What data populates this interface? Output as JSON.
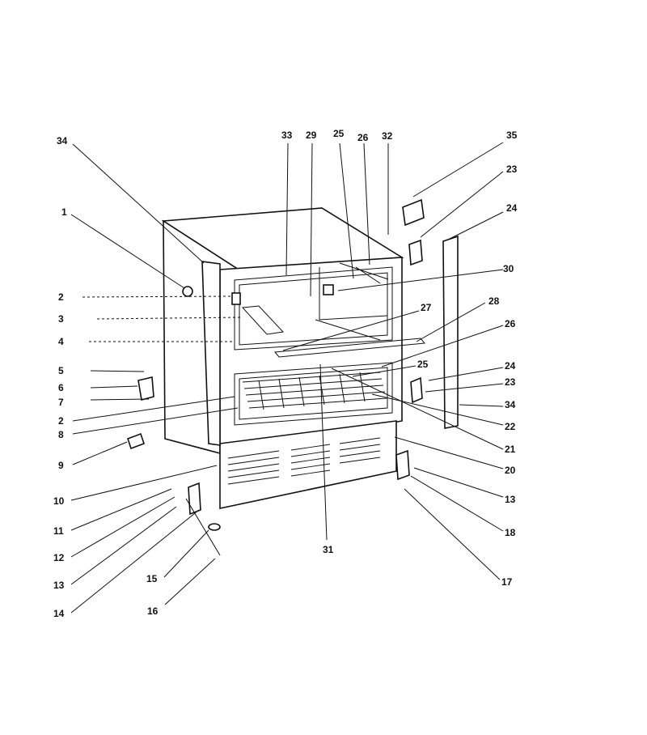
{
  "callouts": [
    {
      "id": "c34a",
      "label": "34"
    },
    {
      "id": "c1",
      "label": "1"
    },
    {
      "id": "c2a",
      "label": "2"
    },
    {
      "id": "c3",
      "label": "3"
    },
    {
      "id": "c4",
      "label": "4"
    },
    {
      "id": "c5",
      "label": "5"
    },
    {
      "id": "c6",
      "label": "6"
    },
    {
      "id": "c7",
      "label": "7"
    },
    {
      "id": "c2b",
      "label": "2"
    },
    {
      "id": "c8",
      "label": "8"
    },
    {
      "id": "c9",
      "label": "9"
    },
    {
      "id": "c10",
      "label": "10"
    },
    {
      "id": "c11",
      "label": "11"
    },
    {
      "id": "c12",
      "label": "12"
    },
    {
      "id": "c13a",
      "label": "13"
    },
    {
      "id": "c14",
      "label": "14"
    },
    {
      "id": "c15",
      "label": "15"
    },
    {
      "id": "c16",
      "label": "16"
    },
    {
      "id": "c31",
      "label": "31"
    },
    {
      "id": "c33",
      "label": "33"
    },
    {
      "id": "c29",
      "label": "29"
    },
    {
      "id": "c25a",
      "label": "25"
    },
    {
      "id": "c26a",
      "label": "26"
    },
    {
      "id": "c32",
      "label": "32"
    },
    {
      "id": "c35",
      "label": "35"
    },
    {
      "id": "c23a",
      "label": "23"
    },
    {
      "id": "c24a",
      "label": "24"
    },
    {
      "id": "c30",
      "label": "30"
    },
    {
      "id": "c27",
      "label": "27"
    },
    {
      "id": "c28",
      "label": "28"
    },
    {
      "id": "c26b",
      "label": "26"
    },
    {
      "id": "c25b",
      "label": "25"
    },
    {
      "id": "c24b",
      "label": "24"
    },
    {
      "id": "c23b",
      "label": "23"
    },
    {
      "id": "c34b",
      "label": "34"
    },
    {
      "id": "c22",
      "label": "22"
    },
    {
      "id": "c21",
      "label": "21"
    },
    {
      "id": "c20",
      "label": "20"
    },
    {
      "id": "c13b",
      "label": "13"
    },
    {
      "id": "c18",
      "label": "18"
    },
    {
      "id": "c17",
      "label": "17"
    }
  ]
}
